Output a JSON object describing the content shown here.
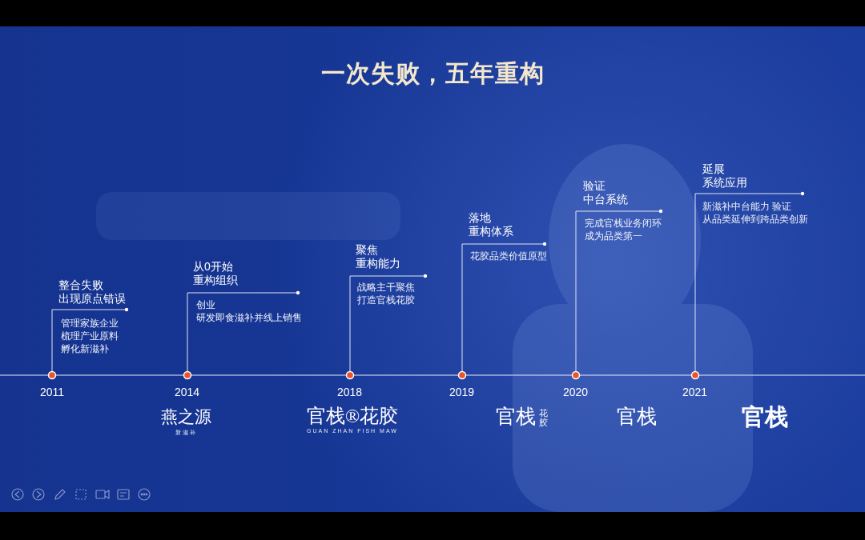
{
  "diagram": {
    "title": "一次失败，五年重构",
    "labels": [
      "整合失败 出现原点错误",
      "管理家族企业 梳理产业原料 孵化新滋补",
      "2011",
      "从0开始 重构组织",
      "创业 研发即食滋补并线上销售",
      "2014",
      "燕之源",
      "新滋补",
      "聚焦 重构能力",
      "战略主干聚焦 打造官栈花胶",
      "2018",
      "官栈®花胶",
      "GUAN ZHAN FISH MAW",
      "落地 重构体系",
      "花胶品类价值原型",
      "2019",
      "官栈",
      "花胶",
      "验证 中台系统",
      "完成官栈业务闭环 成为品类第一",
      "2020",
      "官栈",
      "延展 系统应用",
      "新滋补中台能力 验证 从品类延伸到跨品类创新",
      "2021",
      "官栈"
    ]
  }
}
